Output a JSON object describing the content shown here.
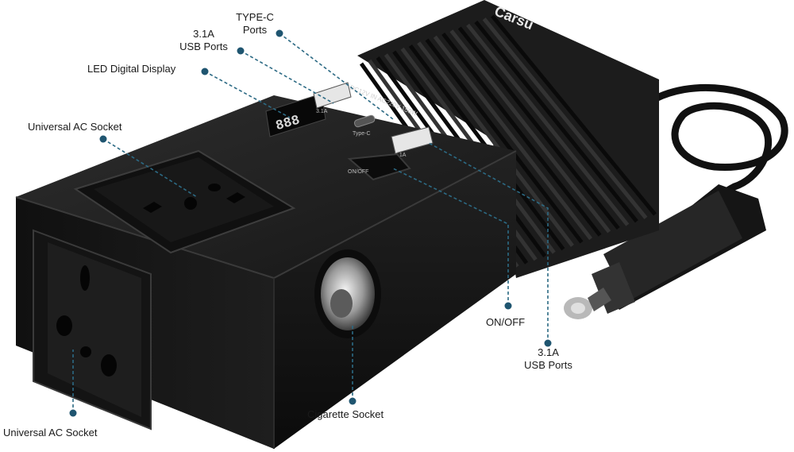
{
  "brand": "Carsu",
  "panel_spec_text": "DC12V IN  AC220V 150W",
  "display_readout": "888",
  "usb_port_marks": [
    "3.1A",
    "3.1A"
  ],
  "typec_port_mark": "Type-C",
  "switch_mark": "ON/OFF",
  "callouts": {
    "typec": "TYPE-C\nPorts",
    "usb_top": "3.1A\nUSB Ports",
    "led": "LED Digital Display",
    "ac_top": "Universal AC Socket",
    "ac_front": "Universal AC Socket",
    "cigarette": "Cigarette Socket",
    "onoff": "ON/OFF",
    "usb_bottom": "3.1A\nUSB Ports"
  },
  "colors": {
    "body": "#1b1b1b",
    "body_dark": "#0e0e0e",
    "leader": "#2c6a84",
    "dot": "#1f5570",
    "text": "#1a1a1a"
  }
}
